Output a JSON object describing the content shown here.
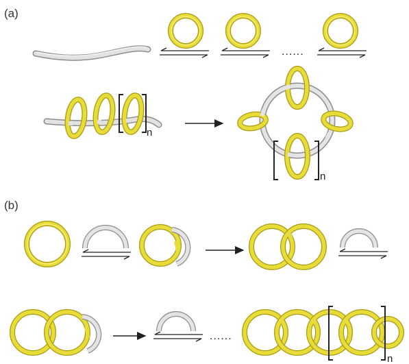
{
  "panel_a": {
    "label": "(a)",
    "dots": "......",
    "subscript_1": "n",
    "subscript_2": "n"
  },
  "panel_b": {
    "label": "(b)",
    "dots": "......",
    "subscript": "n"
  },
  "colors": {
    "ring_yellow": "#e8dc3a",
    "ring_yellow_dark": "#a89a10",
    "ring_yellow_light": "#f6ef7a",
    "thread_gray": "#dcdcdc",
    "thread_gray_dark": "#8c8c8c",
    "ink": "#222222"
  }
}
